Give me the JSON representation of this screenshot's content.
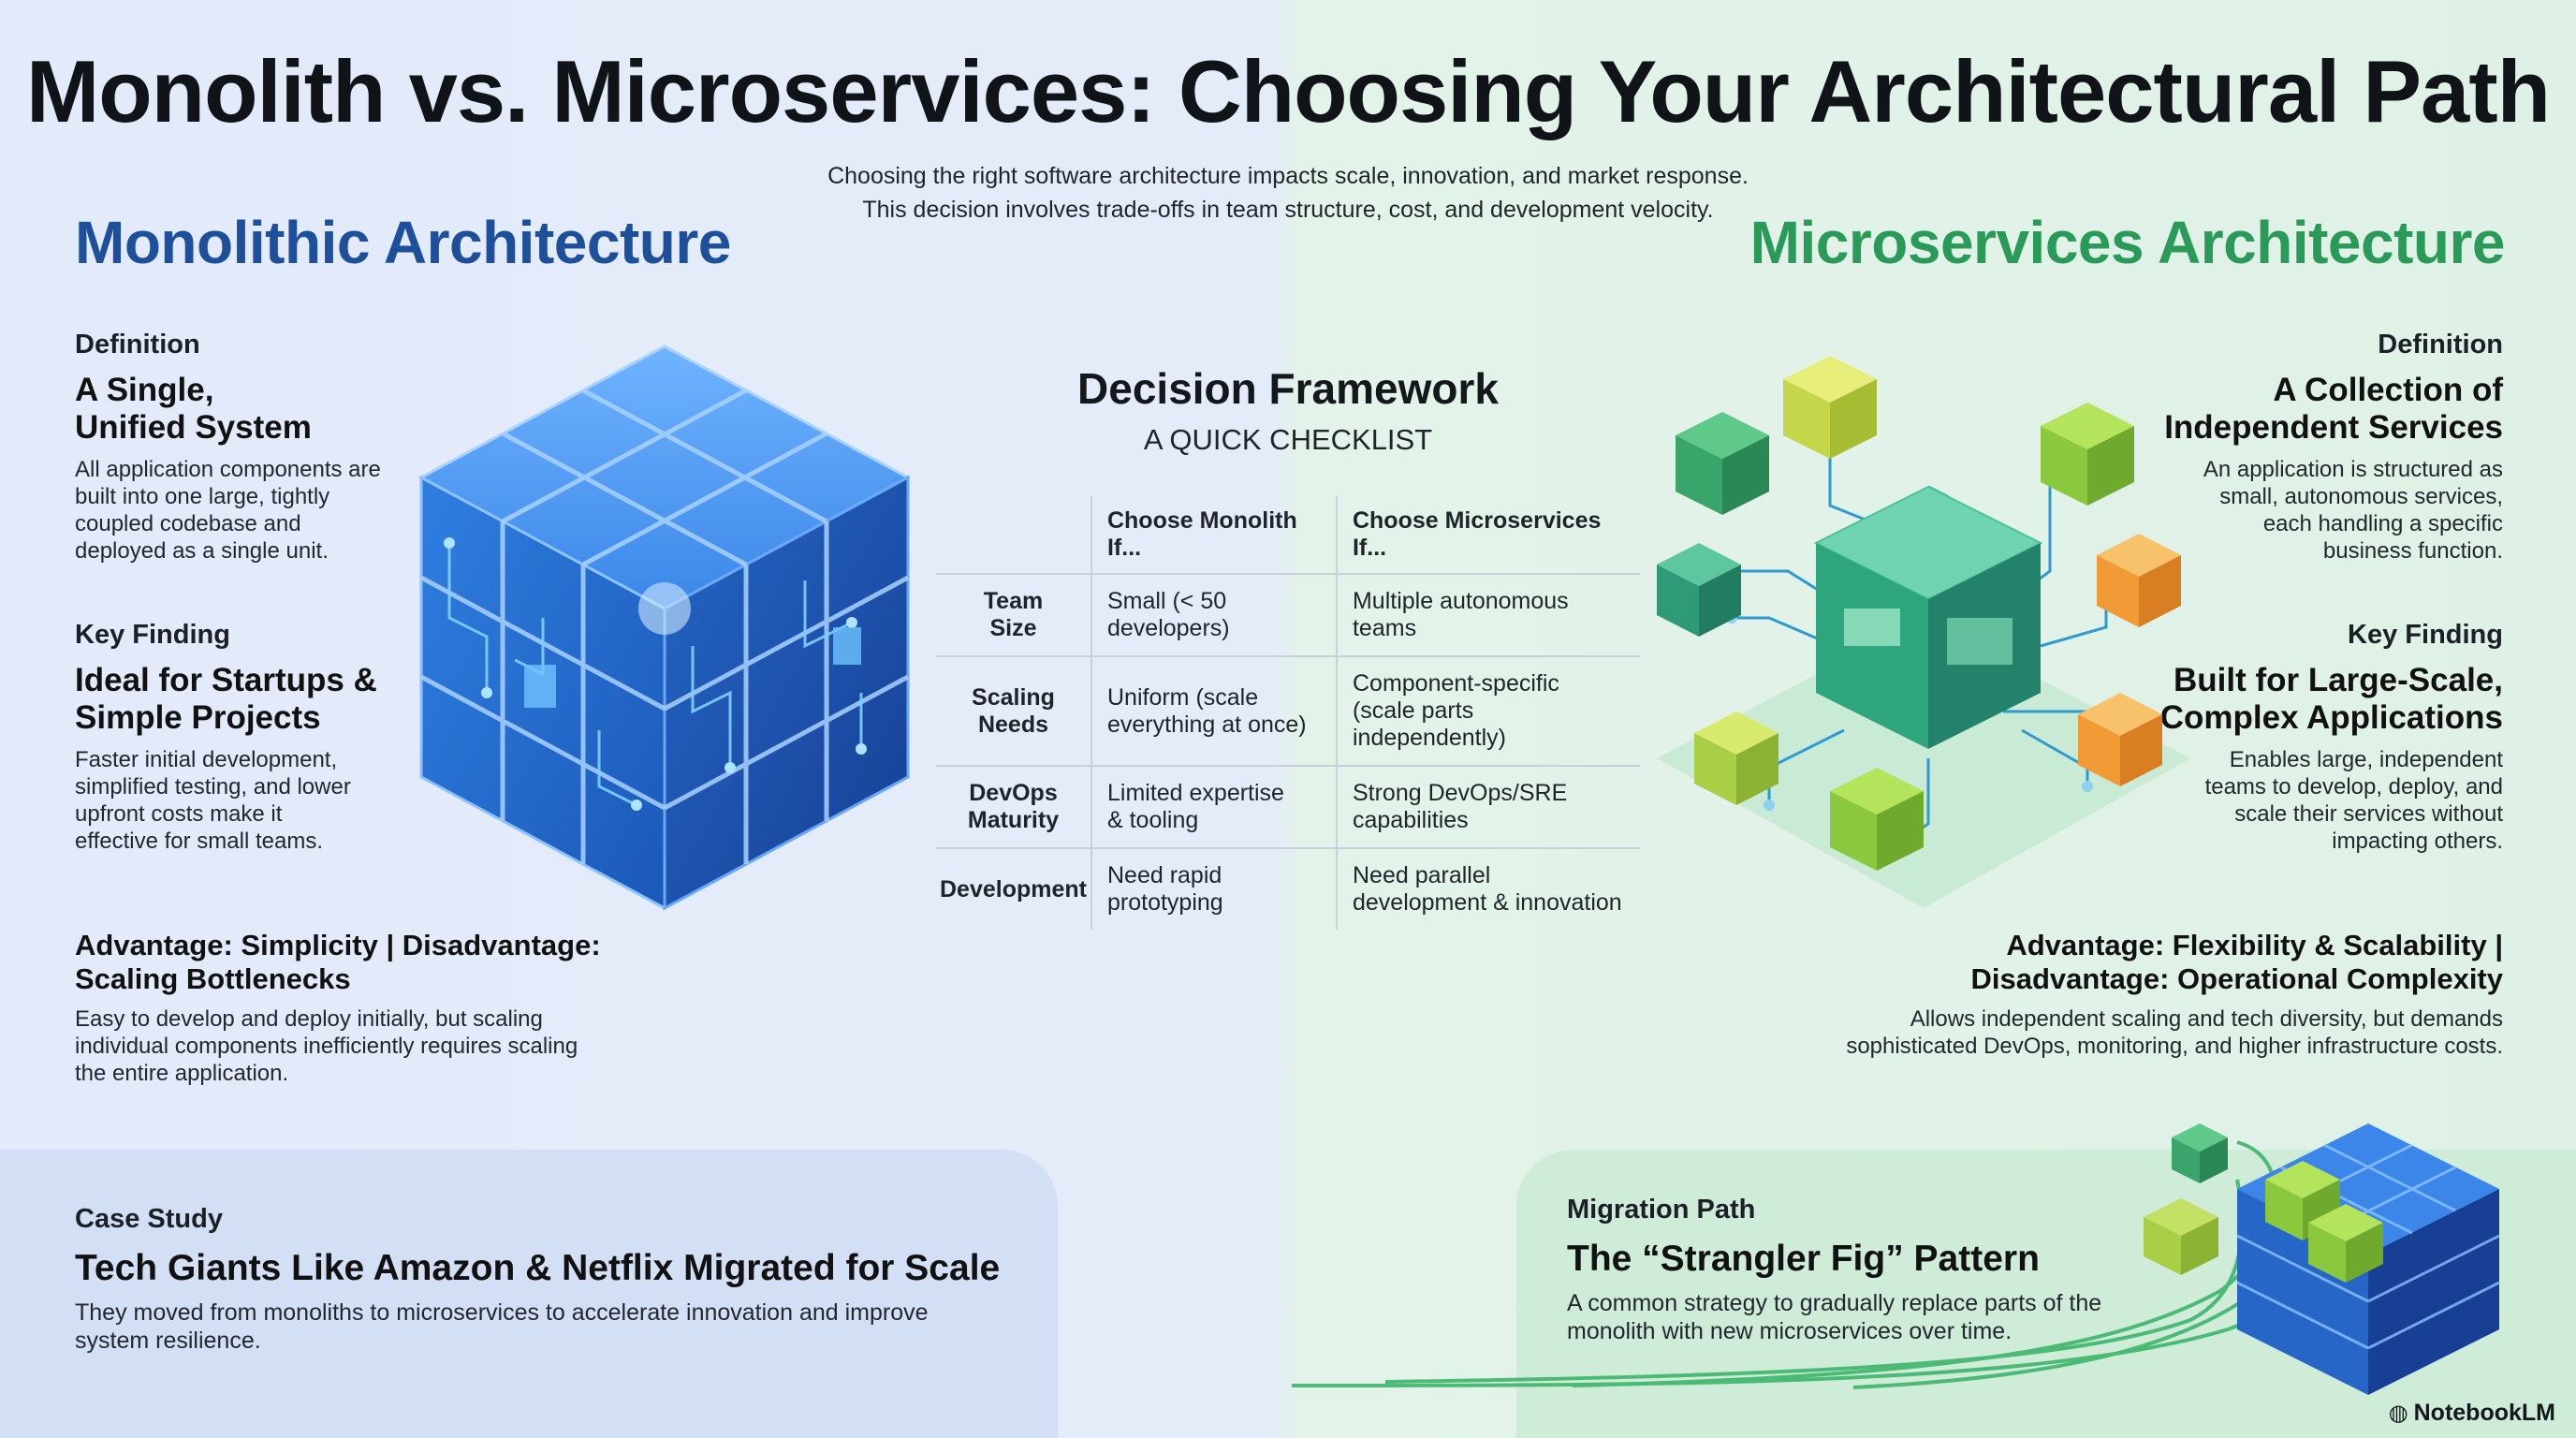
{
  "title": "Monolith vs. Microservices: Choosing Your Architectural Path",
  "subtitle": [
    "Choosing the right software architecture impacts scale, innovation, and market response.",
    "This decision involves trade-offs in team structure, cost, and development velocity."
  ],
  "monolith": {
    "heading": "Monolithic Architecture",
    "definition": {
      "label": "Definition",
      "headline": [
        "A Single,",
        "Unified System"
      ],
      "body": [
        "All application components are",
        "built into one large, tightly",
        "coupled codebase and",
        "deployed as a single unit."
      ]
    },
    "finding": {
      "label": "Key Finding",
      "headline": [
        "Ideal for Startups &",
        "Simple Projects"
      ],
      "body": [
        "Faster initial development,",
        "simplified testing, and lower",
        "upfront costs make it",
        "effective for small teams."
      ]
    },
    "tradeoff": {
      "headline": [
        "Advantage: Simplicity | Disadvantage:",
        "Scaling Bottlenecks"
      ],
      "body": [
        "Easy to develop and deploy initially, but scaling",
        "individual components inefficiently requires scaling",
        "the entire application."
      ]
    },
    "case_study": {
      "label": "Case Study",
      "headline": "Tech Giants Like Amazon & Netflix Migrated for Scale",
      "body": [
        "They moved from monoliths to microservices to accelerate innovation and improve",
        "system resilience."
      ]
    }
  },
  "microservices": {
    "heading": "Microservices Architecture",
    "definition": {
      "label": "Definition",
      "headline": [
        "A Collection of",
        "Independent Services"
      ],
      "body": [
        "An application is structured as",
        "small, autonomous services,",
        "each handling a specific",
        "business function."
      ]
    },
    "finding": {
      "label": "Key Finding",
      "headline": [
        "Built for Large-Scale,",
        "Complex Applications"
      ],
      "body": [
        "Enables large, independent",
        "teams to develop, deploy, and",
        "scale their services without",
        "impacting others."
      ]
    },
    "tradeoff": {
      "headline": [
        "Advantage: Flexibility & Scalability |",
        "Disadvantage: Operational Complexity"
      ],
      "body": [
        "Allows independent scaling and tech diversity, but demands",
        "sophisticated DevOps, monitoring, and higher infrastructure costs."
      ]
    },
    "migration": {
      "label": "Migration Path",
      "headline": "The “Strangler Fig” Pattern",
      "body": [
        "A common strategy to gradually replace parts of the",
        "monolith with new microservices over time."
      ]
    }
  },
  "framework": {
    "title": "Decision Framework",
    "subtitle": "A QUICK CHECKLIST",
    "columns": [
      "",
      "Choose Monolith If...",
      "Choose Microservices If..."
    ],
    "rows": [
      {
        "label": [
          "Team",
          "Size"
        ],
        "mono": [
          "Small (< 50",
          "developers)"
        ],
        "micro": [
          "Multiple autonomous",
          "teams"
        ]
      },
      {
        "label": [
          "Scaling",
          "Needs"
        ],
        "mono": [
          "Uniform (scale",
          "everything at once)"
        ],
        "micro": [
          "Component-specific",
          "(scale parts independently)"
        ]
      },
      {
        "label": [
          "DevOps",
          "Maturity"
        ],
        "mono": [
          "Limited expertise",
          "& tooling"
        ],
        "micro": [
          "Strong DevOps/SRE",
          "capabilities"
        ]
      },
      {
        "label": [
          "Development"
        ],
        "mono": [
          "Need rapid",
          "prototyping"
        ],
        "micro": [
          "Need parallel",
          "development & innovation"
        ]
      }
    ]
  },
  "brand": "NotebookLM",
  "colors": {
    "monolith_blue": "#1e4f9a",
    "micro_green": "#2a9a59",
    "cube_blue": "#2f7fe0",
    "node_green": "#3cb56a",
    "node_orange": "#f29a36",
    "node_lime": "#a8cf45"
  }
}
